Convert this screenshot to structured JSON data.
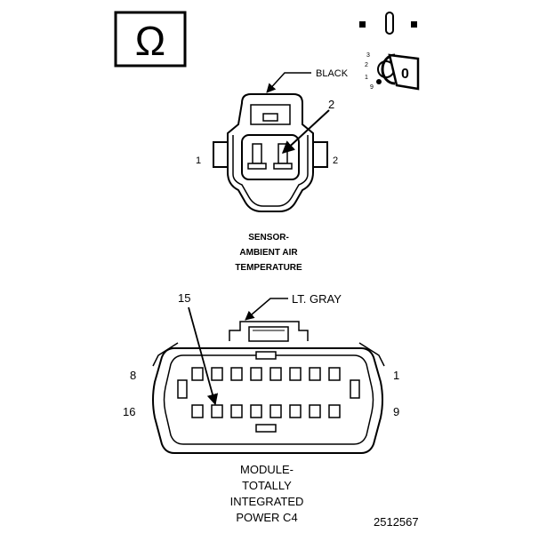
{
  "ohm_symbol": "Ω",
  "ignition": {
    "key_symbol": "0",
    "positions": [
      "3",
      "2",
      "1",
      "9"
    ]
  },
  "connector_1": {
    "color_label": "BLACK",
    "callout_pin": "2",
    "pin_left": "1",
    "pin_right": "2",
    "caption": [
      "SENSOR-",
      "AMBIENT AIR",
      "TEMPERATURE"
    ]
  },
  "connector_2": {
    "color_label": "LT. GRAY",
    "callout_pin": "15",
    "pin_top_left": "8",
    "pin_top_right": "1",
    "pin_bottom_left": "16",
    "pin_bottom_right": "9",
    "caption": [
      "MODULE-",
      "TOTALLY",
      "INTEGRATED",
      "POWER C4"
    ]
  },
  "figure_number": "2512567"
}
